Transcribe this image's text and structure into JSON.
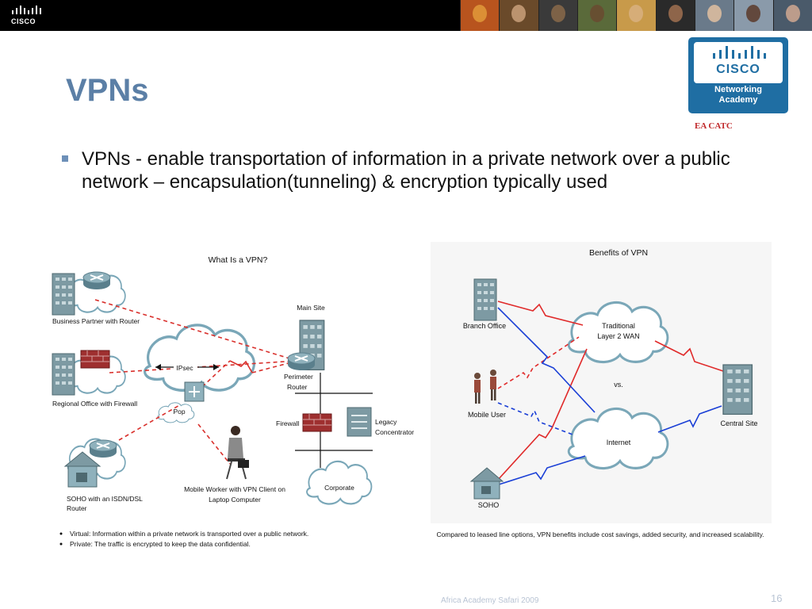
{
  "header": {
    "brand": "CISCO"
  },
  "title": "VPNs",
  "logo": {
    "brand": "CISCO",
    "line1": "Networking",
    "line2": "Academy",
    "tag": "EA CATC"
  },
  "bullet": "VPNs -  enable transportation of information in a private network over a public network – encapsulation(tunneling)  &  encryption typically used",
  "left_diagram": {
    "title": "What Is a VPN?",
    "labels": {
      "business_partner": "Business Partner with Router",
      "regional_office": "Regional Office with Firewall",
      "soho_line1": "SOHO with an ISDN/DSL",
      "soho_line2": "Router",
      "ipsec": "IPsec",
      "pop": "Pop",
      "main_site": "Main Site",
      "perimeter_line1": "Perimeter",
      "perimeter_line2": "Router",
      "firewall": "Firewall",
      "legacy_line1": "Legacy",
      "legacy_line2": "Concentrator",
      "mobile_line1": "Mobile Worker with VPN Client on",
      "mobile_line2": "Laptop Computer",
      "corporate": "Corporate"
    },
    "notes": [
      "Virtual: Information within a private network is transported over a public network.",
      "Private: The traffic is encrypted to keep the data confidential."
    ]
  },
  "right_diagram": {
    "title": "Benefits of VPN",
    "labels": {
      "branch_office": "Branch Office",
      "wan_line1": "Traditional",
      "wan_line2": "Layer 2 WAN",
      "vs": "vs.",
      "mobile_user": "Mobile User",
      "internet": "Internet",
      "central_site": "Central Site",
      "soho": "SOHO"
    },
    "caption": "Compared to leased line options, VPN benefits include cost savings, added security, and increased scalability."
  },
  "footer": {
    "text": "Africa Academy Safari 2009",
    "page": "16"
  },
  "colors": {
    "title": "#5b7fa6",
    "dashed_red": "#d9302c",
    "blue_link": "#1a3fd6",
    "cloud": "#7aa7b8",
    "logo": "#1f6ea3"
  }
}
